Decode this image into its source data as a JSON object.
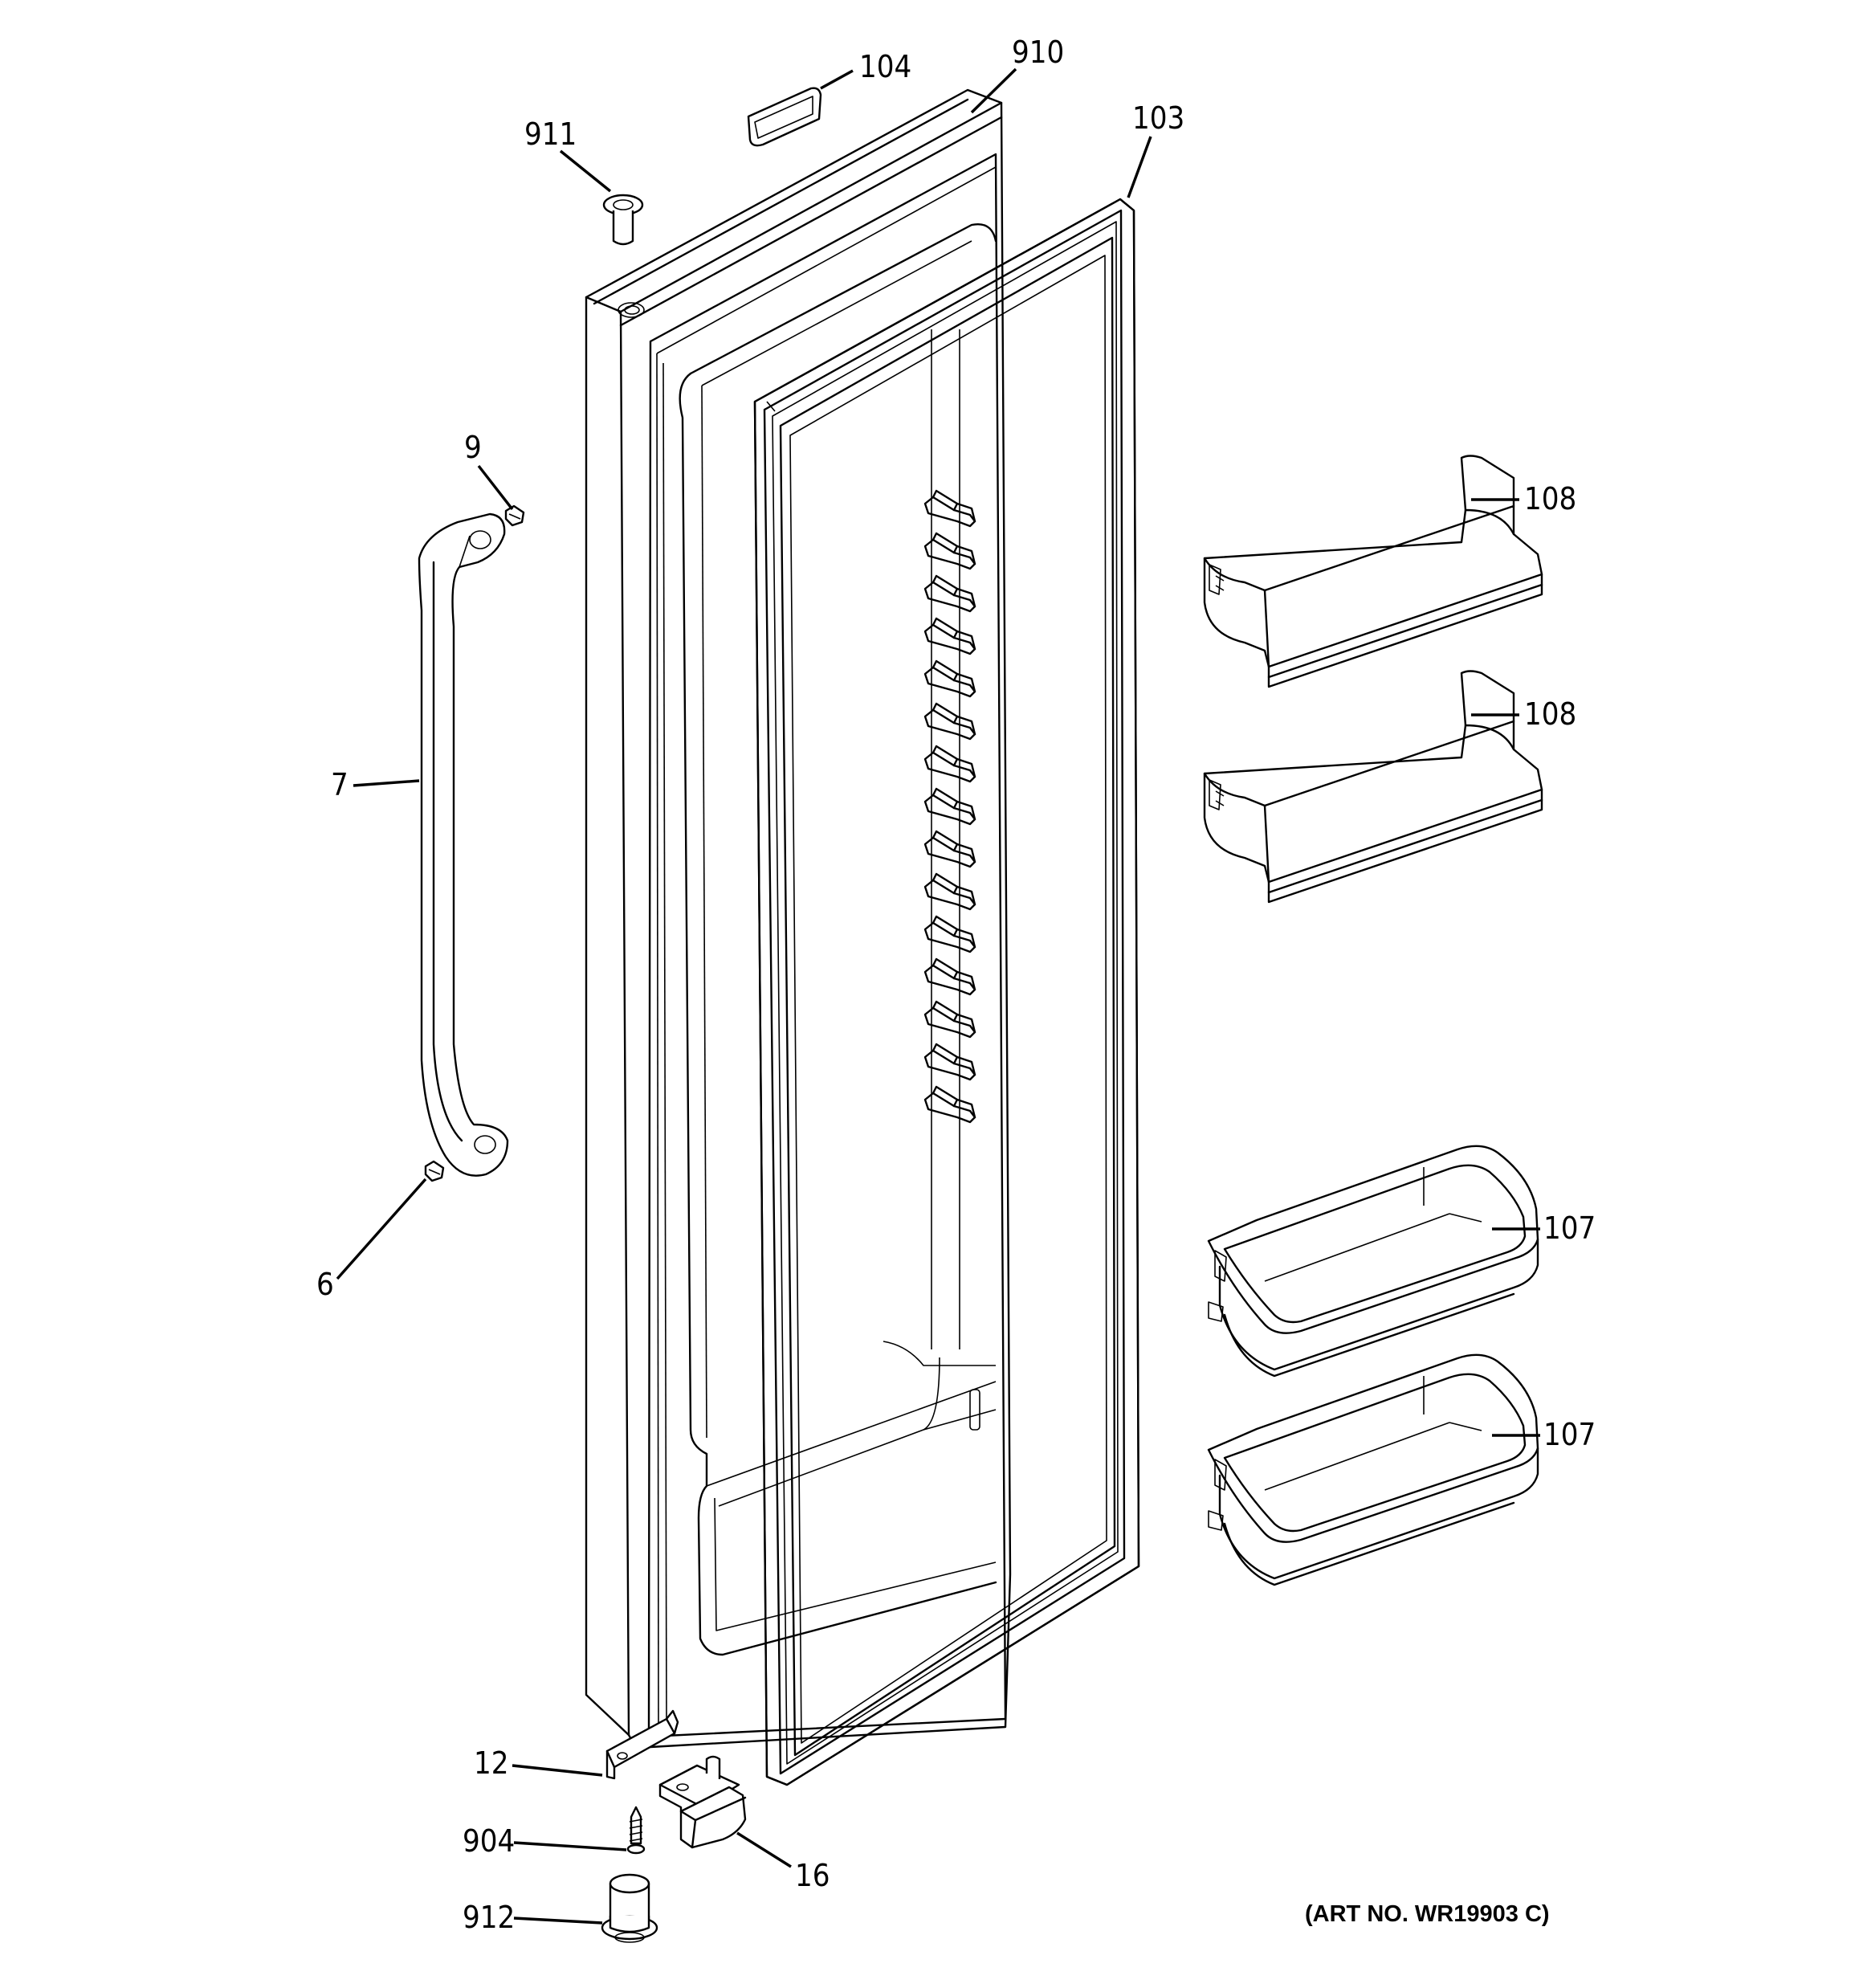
{
  "art_number": "(ART NO. WR19903 C)",
  "callouts": {
    "c104": "104",
    "c910": "910",
    "c911": "911",
    "c103": "103",
    "c9": "9",
    "c108a": "108",
    "c108b": "108",
    "c7": "7",
    "c6": "6",
    "c107a": "107",
    "c107b": "107",
    "c12": "12",
    "c904": "904",
    "c16": "16",
    "c912": "912"
  }
}
